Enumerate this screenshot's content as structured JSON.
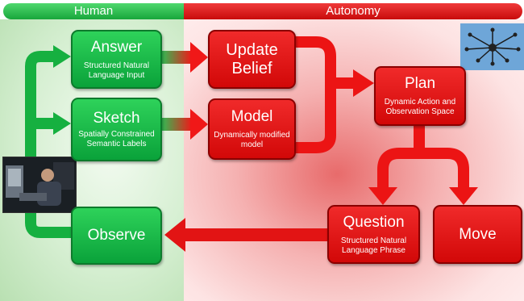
{
  "headers": {
    "human": "Human",
    "autonomy": "Autonomy"
  },
  "boxes": {
    "answer": {
      "title": "Answer",
      "subtitle": "Structured Natural Language Input"
    },
    "sketch": {
      "title": "Sketch",
      "subtitle": "Spatially Constrained Semantic Labels"
    },
    "observe": {
      "title": "Observe"
    },
    "update_belief": {
      "title": "Update Belief"
    },
    "model": {
      "title": "Model",
      "subtitle": "Dynamically modified model"
    },
    "plan": {
      "title": "Plan",
      "subtitle": "Dynamic Action and Observation Space"
    },
    "question": {
      "title": "Question",
      "subtitle": "Structured Natural Language Phrase"
    },
    "move": {
      "title": "Move"
    }
  },
  "colors": {
    "green": "#12b040",
    "red": "#e01010",
    "human_bg": "#d6efd2",
    "autonomy_bg": "#f5b1b1"
  },
  "images": {
    "operator_photo": "operator-photo",
    "drone_photo": "octocopter-drone-photo"
  }
}
